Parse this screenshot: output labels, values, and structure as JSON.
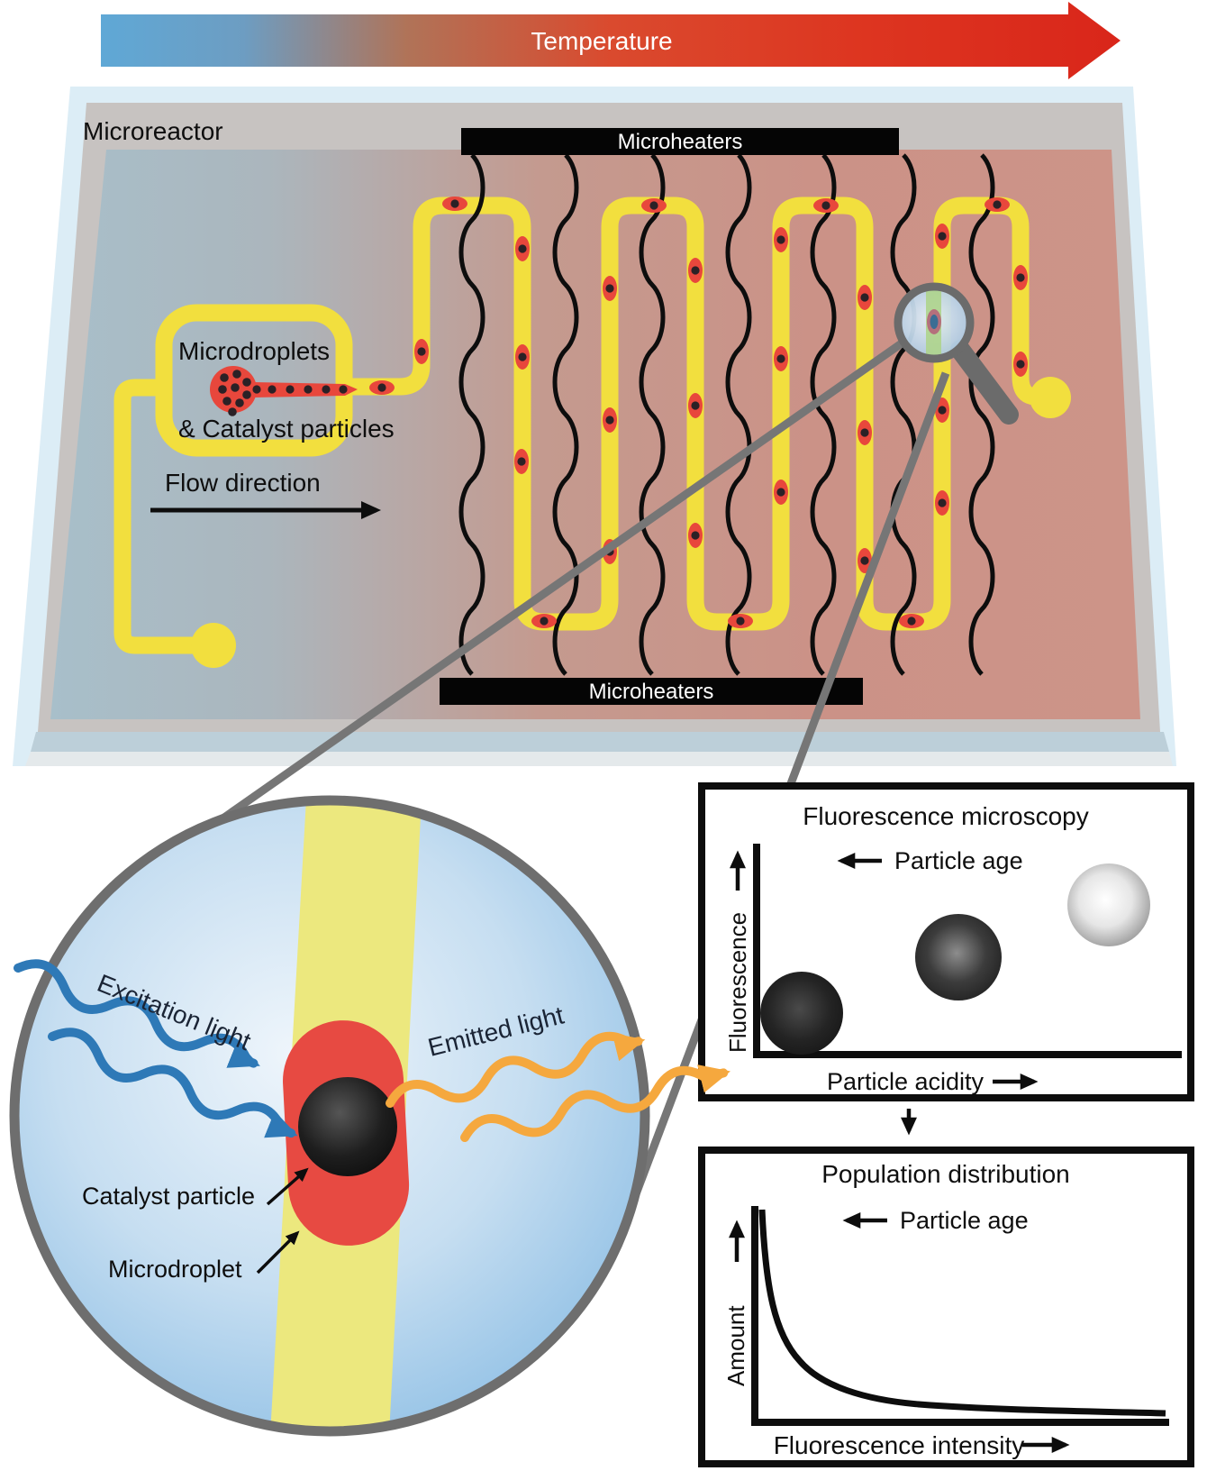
{
  "temperature": {
    "label": "Temperature"
  },
  "chip": {
    "title": "Microreactor",
    "heater_top": "Microheaters",
    "heater_bottom": "Microheaters",
    "microdroplets": "Microdroplets",
    "catalyst_particles": "& Catalyst particles",
    "flow_direction": "Flow direction"
  },
  "magnified": {
    "excitation_light": "Excitation light",
    "emitted_light": "Emitted light",
    "catalyst_particle": "Catalyst particle",
    "microdroplet": "Microdroplet"
  },
  "fluorescence_panel": {
    "title": "Fluorescence microscopy",
    "particle_age": "Particle age",
    "y_axis": "Fluorescence",
    "x_axis": "Particle acidity"
  },
  "population_panel": {
    "title": "Population distribution",
    "particle_age": "Particle age",
    "y_axis": "Amount",
    "x_axis": "Fluorescence intensity"
  },
  "icons": {
    "magnifier": "magnifier-icon",
    "flow_arrow": "right-arrow-icon",
    "down_arrow": "down-arrow-icon"
  },
  "colors": {
    "temp_blue": "#5fa8d6",
    "temp_red": "#d9261a",
    "channel_yellow": "#f2df3e",
    "droplet_red": "#e8473c",
    "heater_black": "#0d0d0d",
    "chip_blue": "#a8bfca",
    "chip_salmon": "#cc9186",
    "excitation_blue": "#2e79b7",
    "emitted_orange": "#f5a83e",
    "magnifier_gray": "#6b6b6b"
  }
}
